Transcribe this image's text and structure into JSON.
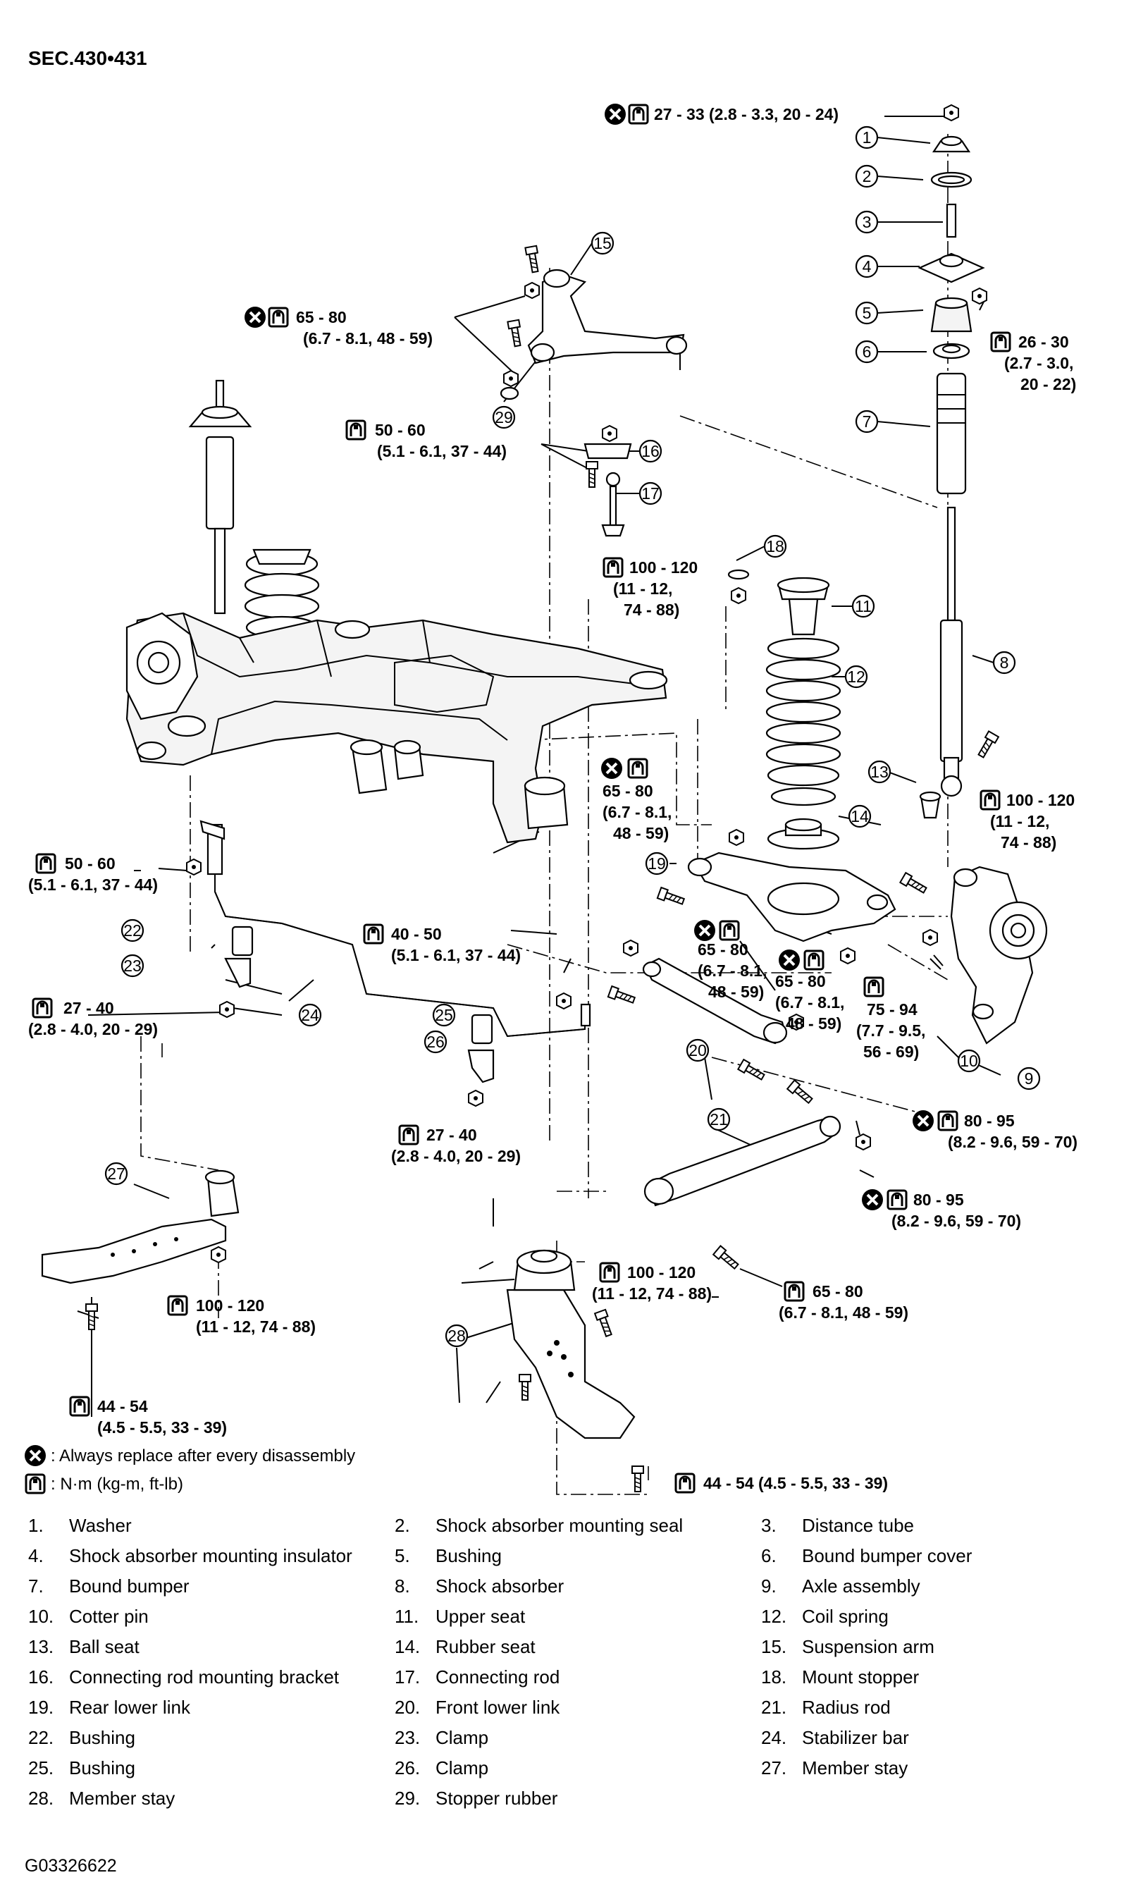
{
  "section": "SEC.430•431",
  "code": "G03326622",
  "torques": {
    "t1": "27 - 33 (2.8 - 3.3, 20 - 24)",
    "t2a": "65 - 80",
    "t2b": "(6.7 - 8.1, 48 - 59)",
    "t3a": "26 - 30",
    "t3b": "(2.7 - 3.0,",
    "t3c": "20 - 22)",
    "t4a": "50 - 60",
    "t4b": "(5.1 - 6.1, 37 - 44)",
    "t5a": "100 - 120",
    "t5b": "(11 - 12,",
    "t5c": "74 - 88)",
    "t6a": "65 - 80",
    "t6b": "(6.7 - 8.1,",
    "t6c": "48 - 59)",
    "t7a": "100 - 120",
    "t7b": "(11 - 12,",
    "t7c": "74 - 88)",
    "t8a": "50 - 60",
    "t8b": "(5.1 - 6.1, 37 - 44)",
    "t9a": "40 - 50",
    "t9b": "(5.1 - 6.1, 37 - 44)",
    "t10a": "65 - 80",
    "t10b": "(6.7 - 8.1,",
    "t10c": "48 - 59)",
    "t11a": "65 - 80",
    "t11b": "(6.7 - 8.1,",
    "t11c": "48 - 59)",
    "t12a": "75 - 94",
    "t12b": "(7.7 - 9.5,",
    "t12c": "56 - 69)",
    "t13a": "27 - 40",
    "t13b": "(2.8 - 4.0, 20 - 29)",
    "t14a": "27 - 40",
    "t14b": "(2.8 - 4.0, 20 - 29)",
    "t15a": "80 - 95",
    "t15b": "(8.2 - 9.6, 59 - 70)",
    "t16a": "80 - 95",
    "t16b": "(8.2 - 9.6, 59 - 70)",
    "t17a": "100 - 120",
    "t17b": "(11 - 12, 74 - 88)",
    "t18a": "100 - 120",
    "t18b": "(11 - 12, 74 - 88)",
    "t19a": "65 - 80",
    "t19b": "(6.7 - 8.1, 48 - 59)",
    "t20a": "44 - 54",
    "t20b": "(4.5 - 5.5, 33 - 39)",
    "t21": "44 - 54 (4.5 - 5.5, 33 - 39)"
  },
  "legend": {
    "replace": ": Always replace after every disassembly",
    "unit": ": N·m (kg-m, ft-lb)"
  },
  "callouts": [
    "1",
    "2",
    "3",
    "4",
    "5",
    "6",
    "7",
    "8",
    "9",
    "10",
    "11",
    "12",
    "13",
    "14",
    "15",
    "16",
    "17",
    "18",
    "19",
    "20",
    "21",
    "22",
    "23",
    "24",
    "25",
    "26",
    "27",
    "28",
    "29"
  ],
  "parts": [
    {
      "n": "1.",
      "name": "Washer"
    },
    {
      "n": "2.",
      "name": "Shock absorber mounting seal"
    },
    {
      "n": "3.",
      "name": "Distance tube"
    },
    {
      "n": "4.",
      "name": "Shock absorber mounting insulator"
    },
    {
      "n": "5.",
      "name": "Bushing"
    },
    {
      "n": "6.",
      "name": "Bound bumper cover"
    },
    {
      "n": "7.",
      "name": "Bound bumper"
    },
    {
      "n": "8.",
      "name": "Shock absorber"
    },
    {
      "n": "9.",
      "name": "Axle assembly"
    },
    {
      "n": "10.",
      "name": "Cotter pin"
    },
    {
      "n": "11.",
      "name": "Upper seat"
    },
    {
      "n": "12.",
      "name": "Coil spring"
    },
    {
      "n": "13.",
      "name": "Ball seat"
    },
    {
      "n": "14.",
      "name": "Rubber seat"
    },
    {
      "n": "15.",
      "name": "Suspension arm"
    },
    {
      "n": "16.",
      "name": "Connecting rod mounting bracket"
    },
    {
      "n": "17.",
      "name": "Connecting rod"
    },
    {
      "n": "18.",
      "name": "Mount stopper"
    },
    {
      "n": "19.",
      "name": "Rear lower link"
    },
    {
      "n": "20.",
      "name": "Front lower link"
    },
    {
      "n": "21.",
      "name": "Radius rod"
    },
    {
      "n": "22.",
      "name": "Bushing"
    },
    {
      "n": "23.",
      "name": "Clamp"
    },
    {
      "n": "24.",
      "name": "Stabilizer bar"
    },
    {
      "n": "25.",
      "name": "Bushing"
    },
    {
      "n": "26.",
      "name": "Clamp"
    },
    {
      "n": "27.",
      "name": "Member stay"
    },
    {
      "n": "28.",
      "name": "Member stay"
    },
    {
      "n": "29.",
      "name": "Stopper rubber"
    }
  ]
}
